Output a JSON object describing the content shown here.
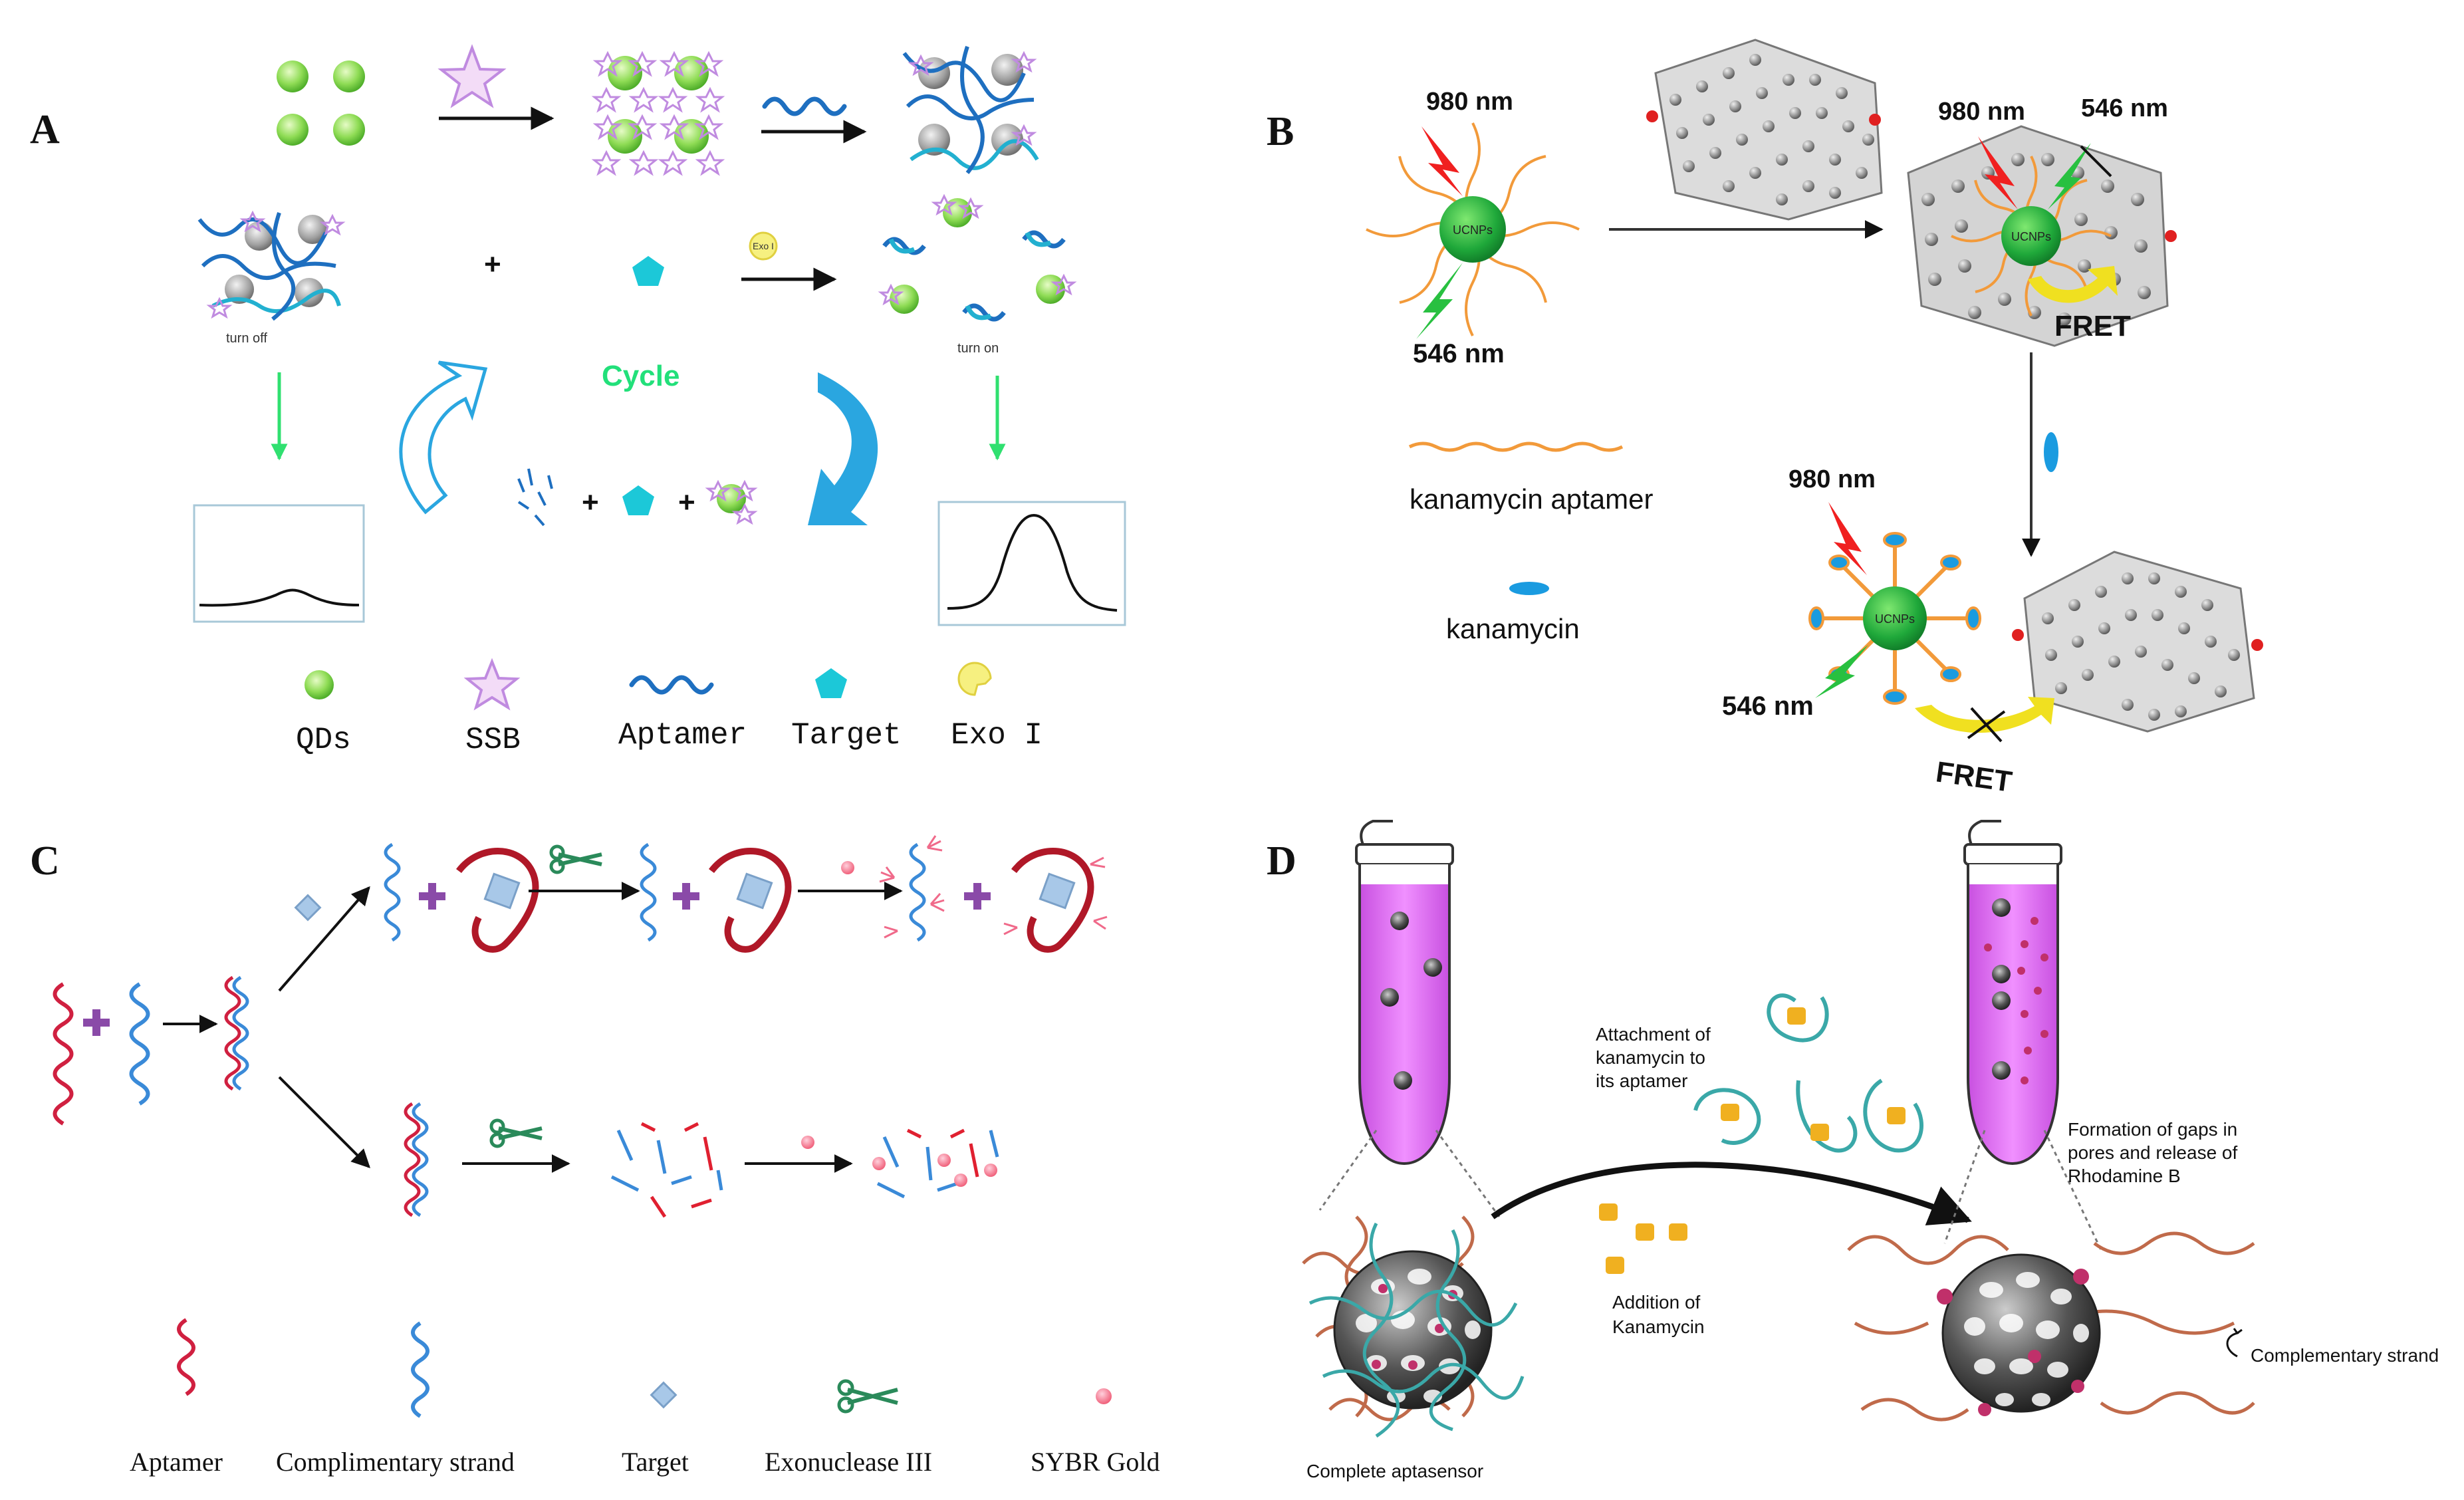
{
  "panel_letters": {
    "a": "A",
    "b": "B",
    "c": "C",
    "d": "D"
  },
  "panelA": {
    "exo_badge": "Exo I",
    "plus": "+",
    "turn_off": "turn off",
    "turn_on": "turn on",
    "cycle": "Cycle",
    "legend": {
      "qds": "QDs",
      "ssb": "SSB",
      "aptamer": "Aptamer",
      "target": "Target",
      "exo": "Exo I"
    },
    "colors": {
      "qd": "#7fd14a",
      "ssb": "#c08be0",
      "aptamer": "#1e6fc0",
      "target": "#1cc8d8",
      "cycle": "#22e07a",
      "arrow_green": "#30e070",
      "arrow_blue": "#2aa6e0"
    }
  },
  "panelB": {
    "wavelength_980": "980 nm",
    "wavelength_546": "546 nm",
    "ucnps": "UCNPs",
    "fret": "FRET",
    "legend_aptamer": "kanamycin aptamer",
    "legend_kanamycin": "kanamycin",
    "colors": {
      "ucnp": "#23b53a",
      "aptamer": "#f29a3a",
      "kanamycin": "#1a9be0",
      "fret": "#f0e020",
      "laser_red": "#f02020",
      "laser_green": "#28c040"
    }
  },
  "panelC": {
    "legend": {
      "aptamer": "Aptamer",
      "complementary": "Complimentary  strand",
      "target": "Target",
      "exo": "Exonuclease  III",
      "sybr": "SYBR Gold"
    },
    "colors": {
      "aptamer": "#d02040",
      "complementary": "#3a8ad8",
      "plus": "#8a4aa8",
      "scissors": "#2a8a5a",
      "sybr": "#f06a8a"
    }
  },
  "panelD": {
    "attachment": [
      "Attachment of",
      "kanamycin to",
      "its aptamer"
    ],
    "addition": [
      "Addition of",
      "Kanamycin"
    ],
    "formation": [
      "Formation of gaps in",
      "pores and release of",
      "Rhodamine B"
    ],
    "complementary_strand": "Complementary strand",
    "complete_aptasensor": "Complete aptasensor",
    "colors": {
      "tube": "#e070f0",
      "dna": "#c06a4a",
      "aptamer": "#3aa8a8",
      "kanamycin": "#f0b020",
      "rhodamine": "#c0306a"
    }
  }
}
